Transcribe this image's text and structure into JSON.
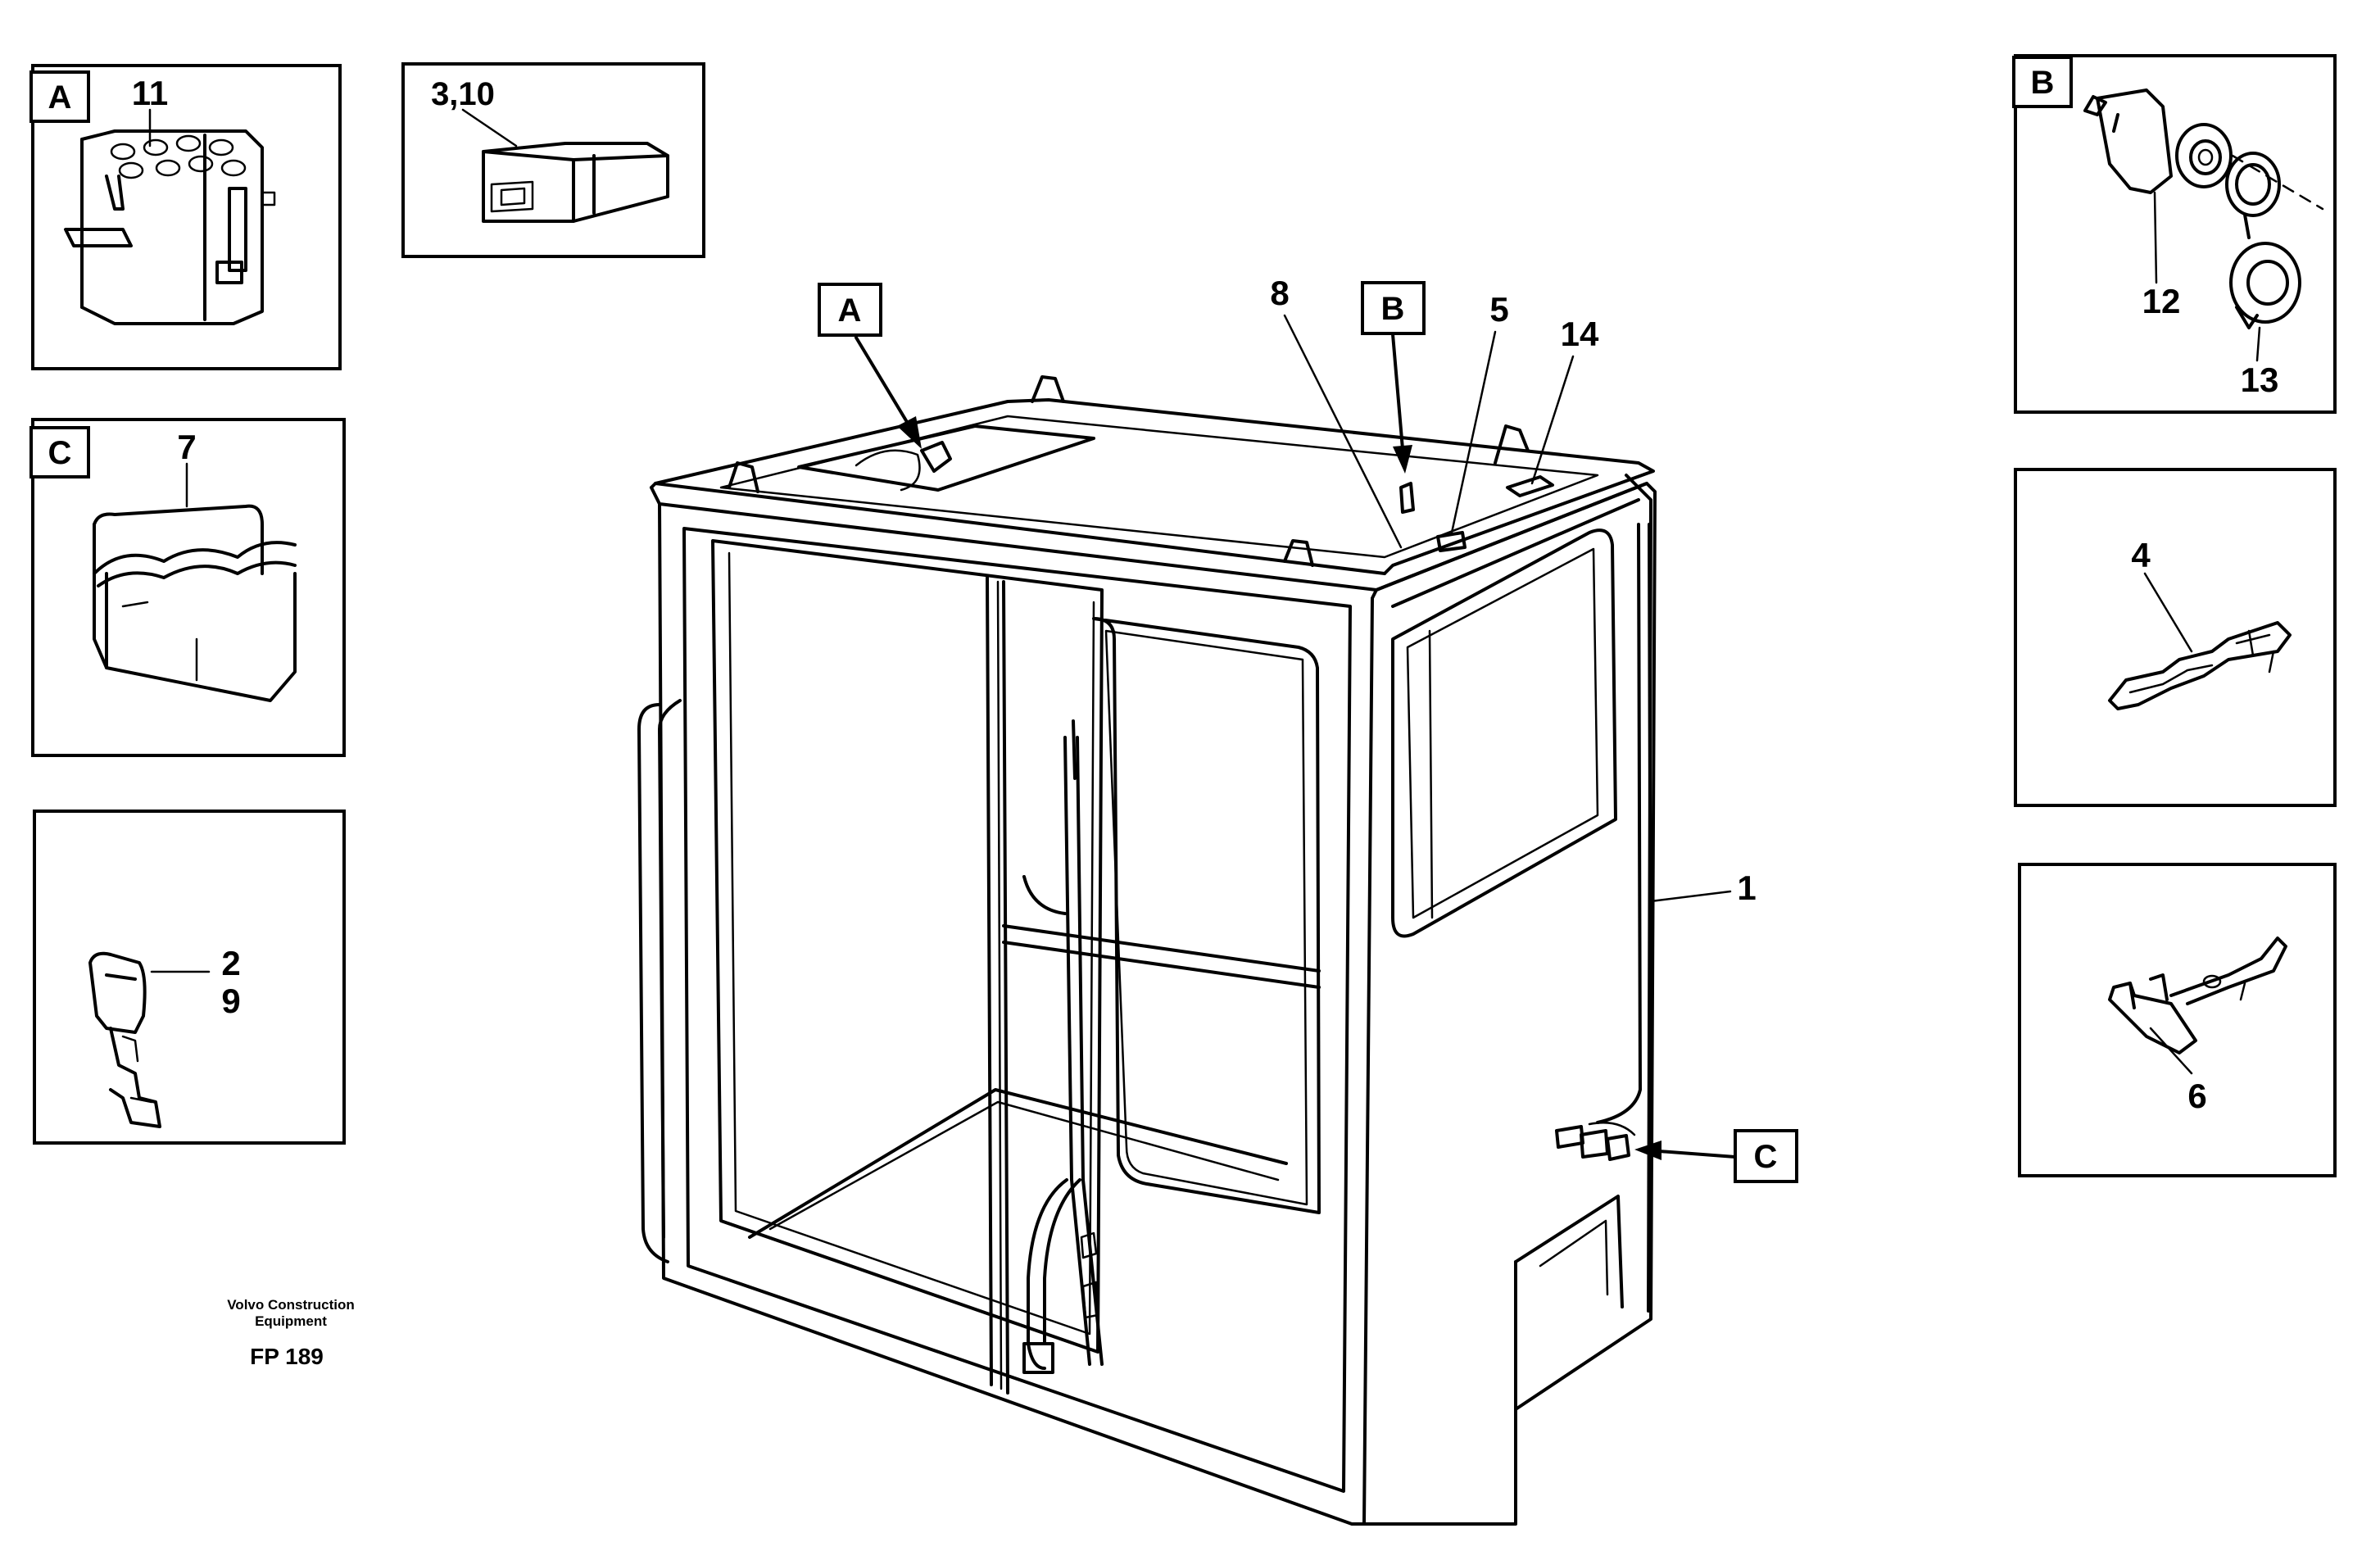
{
  "tags": {
    "a": "A",
    "b": "B",
    "c": "C"
  },
  "parts": {
    "p1": "1",
    "p2": "2",
    "p9": "9",
    "p3_10": "3,10",
    "p4": "4",
    "p5": "5",
    "p6": "6",
    "p7": "7",
    "p8": "8",
    "p11": "11",
    "p12": "12",
    "p13": "13",
    "p14": "14"
  },
  "footer": {
    "company_line1": "Volvo Construction",
    "company_line2": "Equipment",
    "code": "FP 189"
  },
  "colors": {
    "line": "#000000",
    "background": "#ffffff"
  }
}
